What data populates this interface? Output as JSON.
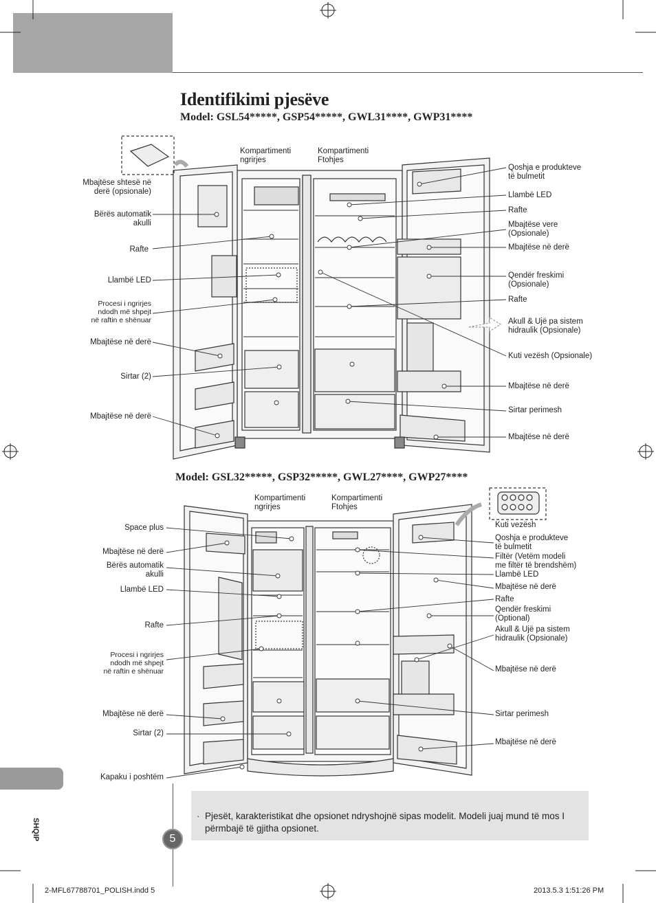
{
  "page": {
    "title": "Identifikimi pjesëve",
    "language_tab": "SHQIP",
    "page_number": "5",
    "note_bullet": "·",
    "note": "Pjesët, karakteristikat dhe opsionet ndryshojnë sipas modelit. Modeli juaj mund të mos I përmbajë të gjitha opsionet.",
    "footer_left": "2-MFL67788701_POLISH.indd   5",
    "footer_right": "2013.5.3   1:51:26 PM"
  },
  "diagram1": {
    "model": "Model: GSL54*****, GSP54*****, GWL31****, GWP31****",
    "freezer_label": "Kompartimenti\nngrirjes",
    "fridge_label": "Kompartimenti\nFtohjes",
    "left_labels": [
      "Mbajtëse shtesë në\nderë (opsionale)",
      "Bërës automatik\nakulli",
      "Rafte",
      "Llambë LED",
      "Procesi i ngrirjes\nndodh më shpejt\nnë raftin e shënuar",
      "Mbajtëse në derë",
      "Sirtar (2)",
      "Mbajtëse në derë"
    ],
    "right_labels": [
      "Qoshja e produkteve\ntë bulmetit",
      "Llambë LED",
      "Rafte",
      "Mbajtëse vere\n(Opsionale)",
      "Mbajtëse në derë",
      "Qendër freskimi\n(Opsionale)",
      "Rafte",
      "Akull & Ujë pa sistem\nhidraulik (Opsionale)",
      "Kuti vezësh (Opsionale)",
      "Mbajtëse në derë",
      "Sirtar perimesh",
      "Mbajtëse në derë"
    ]
  },
  "diagram2": {
    "model": "Model: GSL32*****, GSP32*****, GWL27****, GWP27****",
    "freezer_label": "Kompartimenti\nngrirjes",
    "fridge_label": "Kompartimenti\nFtohjes",
    "left_labels": [
      "Space plus",
      "Mbajtëse në derë",
      "Bërës automatik\nakulli",
      "Llambë LED",
      "Rafte",
      "Procesi i ngrirjes\nndodh më shpejt\nnë raftin e shënuar",
      "Mbajtëse në derë",
      "Sirtar (2)",
      "Kapaku i poshtëm"
    ],
    "right_labels": [
      "Kuti vezësh",
      "Qoshja e produkteve\ntë bulmetit",
      "Filtër (Vetëm modeli\nme filtër të brendshëm)",
      "Llambë LED",
      "Mbajtëse në derë",
      "Rafte",
      "Qendër freskimi\n(Optional)",
      "Akull & Ujë pa sistem\nhidraulik (Opsionale)",
      "Mbajtëse në derë",
      "Sirtar perimesh",
      "Mbajtëse në derë"
    ]
  }
}
